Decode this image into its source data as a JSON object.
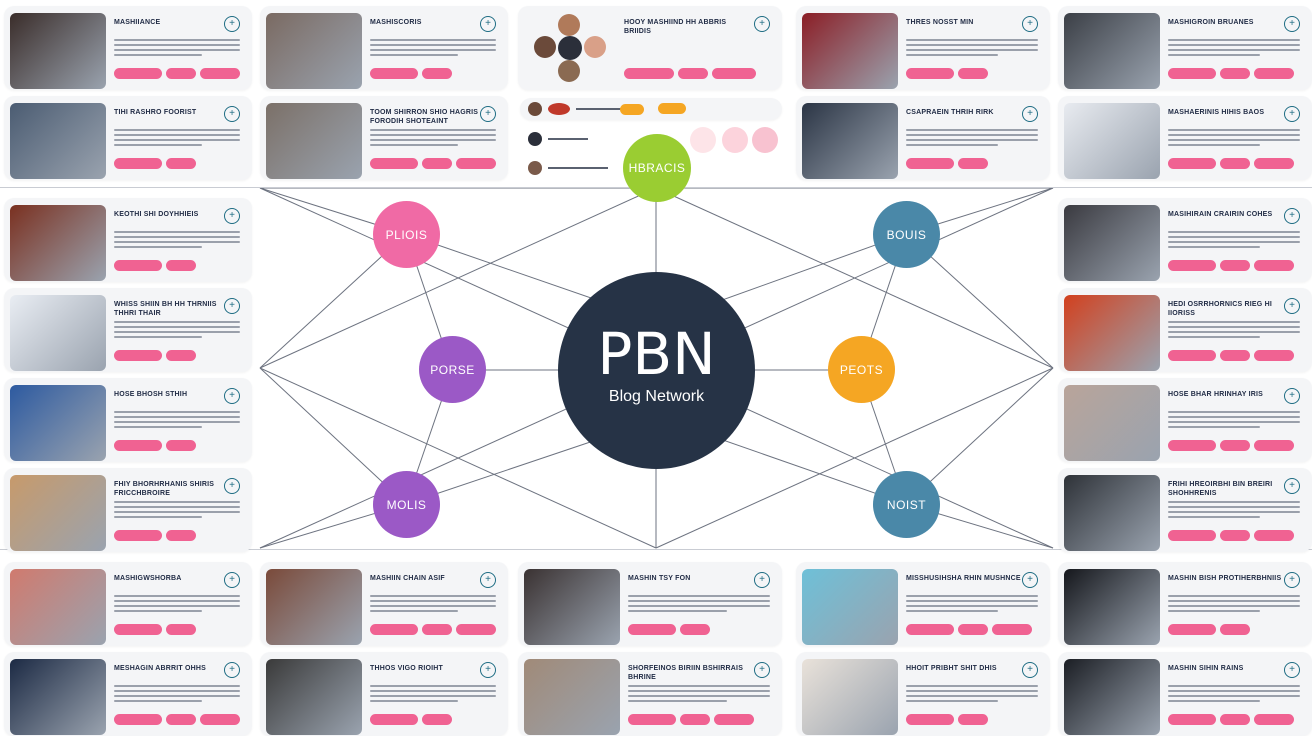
{
  "center": {
    "title": "PBN",
    "subtitle": "Blog Network"
  },
  "nodes": [
    {
      "label": "HBRACIS",
      "color": "#9acd32"
    },
    {
      "label": "PLIOIS",
      "color": "#f06aa5"
    },
    {
      "label": "BOUIS",
      "color": "#4a88a8"
    },
    {
      "label": "PORSE",
      "color": "#9b59c6"
    },
    {
      "label": "PEOTS",
      "color": "#f5a623"
    },
    {
      "label": "MOLIS",
      "color": "#9b59c6"
    },
    {
      "label": "NOIST",
      "color": "#4a88a8"
    }
  ],
  "cards": [
    {
      "title": "MASHIIANCE"
    },
    {
      "title": "MASHISCORIS"
    },
    {
      "title": "HOOY MASHIIND HH ABBRIS BRIIDIS"
    },
    {
      "title": "THRES NOSST MIN"
    },
    {
      "title": "MASHIGROIN BRUANES"
    },
    {
      "title": "TIHI RASHRO FOORIST"
    },
    {
      "title": "TOOM SHIRRON SHIO HAGRIS FORODIH SHOTEAINT"
    },
    {
      "title": "CSAPRAEIN THRIH RIRK"
    },
    {
      "title": "MASHAERINIS HIHIS BAOS"
    },
    {
      "title": "KEOTHI SHI DOYHHIEIS"
    },
    {
      "title": "MASIHIRAIN CRAIRIN COHES"
    },
    {
      "title": "WHISS SHIIN BH HH THRNIIS THHRI THAIR"
    },
    {
      "title": "HEDI OSRRHORNICS RIEG HI IIORISS"
    },
    {
      "title": "HOSE BHOSH STHIH"
    },
    {
      "title": "HOSE BHAR HRINHAY IRIS"
    },
    {
      "title": "FHIY BHORHRHANIS SHIRIS FRICCHBROIRE"
    },
    {
      "title": "FRIHI HREOIRBHI BIN BREIRI SHOHHRENIS"
    },
    {
      "title": "MASHIGWSHORBA"
    },
    {
      "title": "MASHIIN CHAIN ASIF"
    },
    {
      "title": "MASHIN TSY FON"
    },
    {
      "title": "MISSHUSIHSHA RHIN MUSHNCE"
    },
    {
      "title": "MASHIN BISH PROTIHERBHNIIS"
    },
    {
      "title": "MESHAGIN ABRRIT OHHS"
    },
    {
      "title": "THHOS VIGO RIOIHT"
    },
    {
      "title": "SHORFEINOS BIRIIN BSHIRRAIS BHRINE"
    },
    {
      "title": "HHOIT PRIBHT SHIT DHIS"
    },
    {
      "title": "MASHIN SIHIN RAINS"
    }
  ]
}
